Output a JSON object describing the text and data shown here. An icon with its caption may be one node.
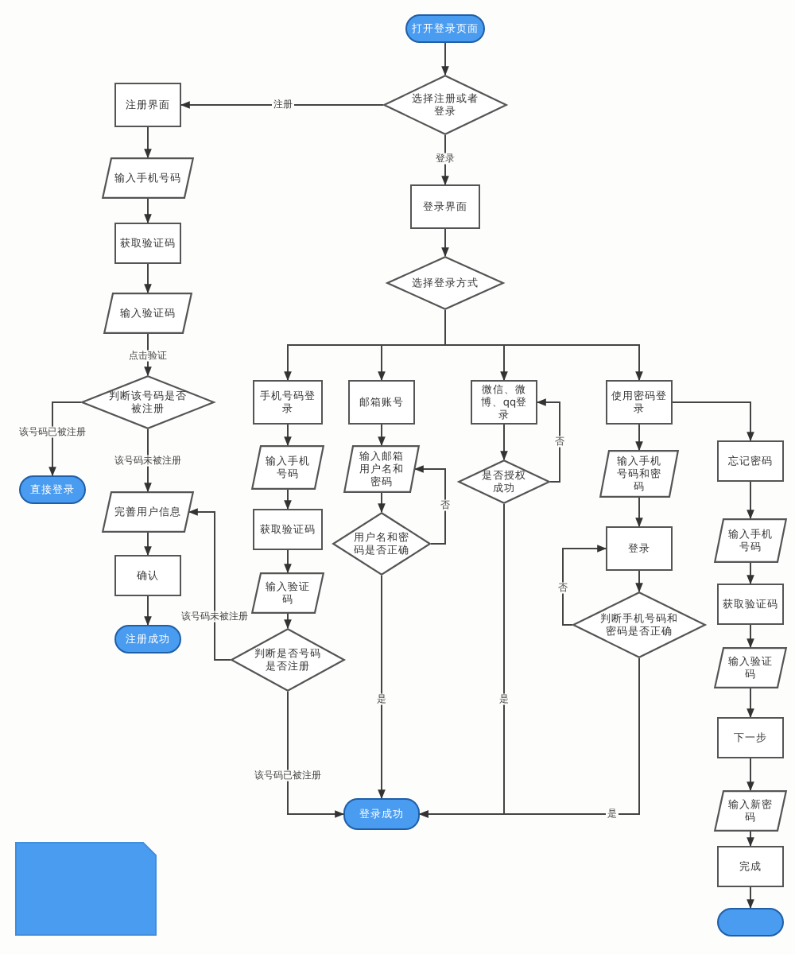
{
  "diagram": {
    "nodes": [
      {
        "text": [
          "打开登录页面"
        ]
      },
      {
        "text": [
          "选择注册或者登录"
        ]
      },
      {
        "text": [
          "注册界面"
        ]
      },
      {
        "text": [
          "输入手机号码"
        ]
      },
      {
        "text": [
          "获取验证码"
        ]
      },
      {
        "text": [
          "输入验证码"
        ]
      },
      {
        "text": [
          "判断该号码是否被注册"
        ]
      },
      {
        "text": [
          "直接登录"
        ]
      },
      {
        "text": [
          "完善用户信息"
        ]
      },
      {
        "text": [
          "确认"
        ]
      },
      {
        "text": [
          "注册成功"
        ]
      },
      {
        "text": [
          "登录界面"
        ]
      },
      {
        "text": [
          "选择登录方式"
        ]
      },
      {
        "text": [
          "手机号码登录"
        ]
      },
      {
        "text": [
          "输入手机号码"
        ]
      },
      {
        "text": [
          "获取验证码"
        ]
      },
      {
        "text": [
          "输入验证码"
        ]
      },
      {
        "text": [
          "判断是否号码是否注册"
        ]
      },
      {
        "text": [
          "邮箱账号"
        ]
      },
      {
        "text": [
          "输入邮箱用户名和密码"
        ]
      },
      {
        "text": [
          "用户名和密码是否正确"
        ]
      },
      {
        "text": [
          "微信、微博、qq登录"
        ]
      },
      {
        "text": [
          "是否授权成功"
        ]
      },
      {
        "text": [
          "使用密码登录"
        ]
      },
      {
        "text": [
          "输入手机号码和密码"
        ]
      },
      {
        "text": [
          "登录"
        ]
      },
      {
        "text": [
          "判断手机号码和密码是否正确"
        ]
      },
      {
        "text": [
          "登录成功"
        ]
      },
      {
        "text": [
          "忘记密码"
        ]
      },
      {
        "text": [
          "输入手机号码"
        ]
      },
      {
        "text": [
          "获取验证码"
        ]
      },
      {
        "text": [
          "输入验证码"
        ]
      },
      {
        "text": [
          "下一步"
        ]
      },
      {
        "text": [
          "输入新密码"
        ]
      },
      {
        "text": [
          "完成"
        ]
      },
      {
        "text": [],
        "shape": "box"
      },
      {
        "text": [],
        "shape": "box"
      }
    ],
    "edges": [
      {
        "from": 0,
        "to": 1,
        "arrow": "to"
      },
      {
        "from": 1,
        "to": 2,
        "arrow": "to",
        "label": "注册"
      },
      {
        "from": 1,
        "to": 11,
        "arrow": "to",
        "label": "登录"
      },
      {
        "from": 2,
        "to": 3,
        "arrow": "to"
      },
      {
        "from": 3,
        "to": 4,
        "arrow": "to"
      },
      {
        "from": 4,
        "to": 5,
        "arrow": "to"
      },
      {
        "from": 5,
        "to": 6,
        "arrow": "to",
        "label": "点击验证"
      },
      {
        "from": 6,
        "to": 7,
        "arrow": "to",
        "label": "该号码已被注册"
      },
      {
        "from": 6,
        "to": 8,
        "arrow": "to",
        "label": "该号码未被注册"
      },
      {
        "from": 8,
        "to": 9,
        "arrow": "to"
      },
      {
        "from": 9,
        "to": 10,
        "arrow": "to"
      },
      {
        "from": 11,
        "to": 12,
        "arrow": "to"
      },
      {
        "from": 12,
        "to": 13,
        "arrow": "to"
      },
      {
        "from": 12,
        "to": 18,
        "arrow": "to"
      },
      {
        "from": 12,
        "to": 21,
        "arrow": "to"
      },
      {
        "from": 12,
        "to": 23,
        "arrow": "to"
      },
      {
        "from": 13,
        "to": 14,
        "arrow": "to"
      },
      {
        "from": 14,
        "to": 15,
        "arrow": "to"
      },
      {
        "from": 15,
        "to": 16,
        "arrow": "to"
      },
      {
        "from": 16,
        "to": 17,
        "arrow": "to"
      },
      {
        "from": 17,
        "to": 8,
        "arrow": "to",
        "label": "该号码未被注册"
      },
      {
        "from": 17,
        "to": 27,
        "arrow": "to",
        "label": "该号码已被注册"
      },
      {
        "from": 18,
        "to": 19,
        "arrow": "to"
      },
      {
        "from": 19,
        "to": 20,
        "arrow": "to"
      },
      {
        "from": 20,
        "to": 19,
        "arrow": "to",
        "label": "否"
      },
      {
        "from": 20,
        "to": 27,
        "arrow": "to",
        "label": "是"
      },
      {
        "from": 21,
        "to": 22,
        "arrow": "to"
      },
      {
        "from": 22,
        "to": 21,
        "arrow": "to",
        "label": "否"
      },
      {
        "from": 22,
        "to": 27,
        "arrow": "to",
        "label": "是"
      },
      {
        "from": 23,
        "to": 24,
        "arrow": "to"
      },
      {
        "from": 24,
        "to": 25,
        "arrow": "to"
      },
      {
        "from": 25,
        "to": 26,
        "arrow": "to"
      },
      {
        "from": 26,
        "to": 25,
        "arrow": "to",
        "label": "否"
      },
      {
        "from": 26,
        "to": 27,
        "arrow": "to",
        "label": "是"
      },
      {
        "from": 23,
        "to": 28,
        "arrow": "to"
      },
      {
        "from": 28,
        "to": 29,
        "arrow": "to"
      },
      {
        "from": 29,
        "to": 30,
        "arrow": "to"
      },
      {
        "from": 30,
        "to": 31,
        "arrow": "to"
      },
      {
        "from": 31,
        "to": 32,
        "arrow": "to"
      },
      {
        "from": 32,
        "to": 33,
        "arrow": "to"
      },
      {
        "from": 33,
        "to": 34,
        "arrow": "to"
      },
      {
        "from": 34,
        "to": 36,
        "arrow": "to"
      }
    ]
  }
}
